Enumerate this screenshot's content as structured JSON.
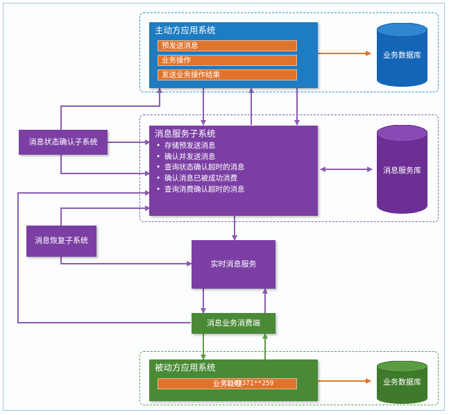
{
  "active_app": {
    "title": "主动方应用系统",
    "steps": [
      "预发送消息",
      "业务操作",
      "发送业务操作结果"
    ],
    "db_label": "业务数据库"
  },
  "message_service": {
    "title": "消息服务子系统",
    "bullets": [
      "存储预发送消息",
      "确认并发送消息",
      "查询状态确认超时的消息",
      "确认消息已被成功消费",
      "查询消费确认超时的消息"
    ],
    "db_label": "消息服务库"
  },
  "status_confirm": {
    "label": "消息状态确认子系统"
  },
  "recovery": {
    "label": "消息恢复子系统"
  },
  "realtime": {
    "label": "实时消息服务"
  },
  "consumer": {
    "label": "消息业务消费端"
  },
  "passive_app": {
    "title": "被动方应用系统",
    "step": "业务处理",
    "db_label": "业务数据库"
  },
  "watermark_overlay": "73103371**259",
  "colors": {
    "blue": "#1d7cc2",
    "purple": "#7b3fa3",
    "green": "#4a8a35",
    "orange": "#e0742d",
    "arrow_purple": "#8a5bb0",
    "arrow_green": "#5e9a46",
    "arrow_orange": "#e0742d"
  }
}
